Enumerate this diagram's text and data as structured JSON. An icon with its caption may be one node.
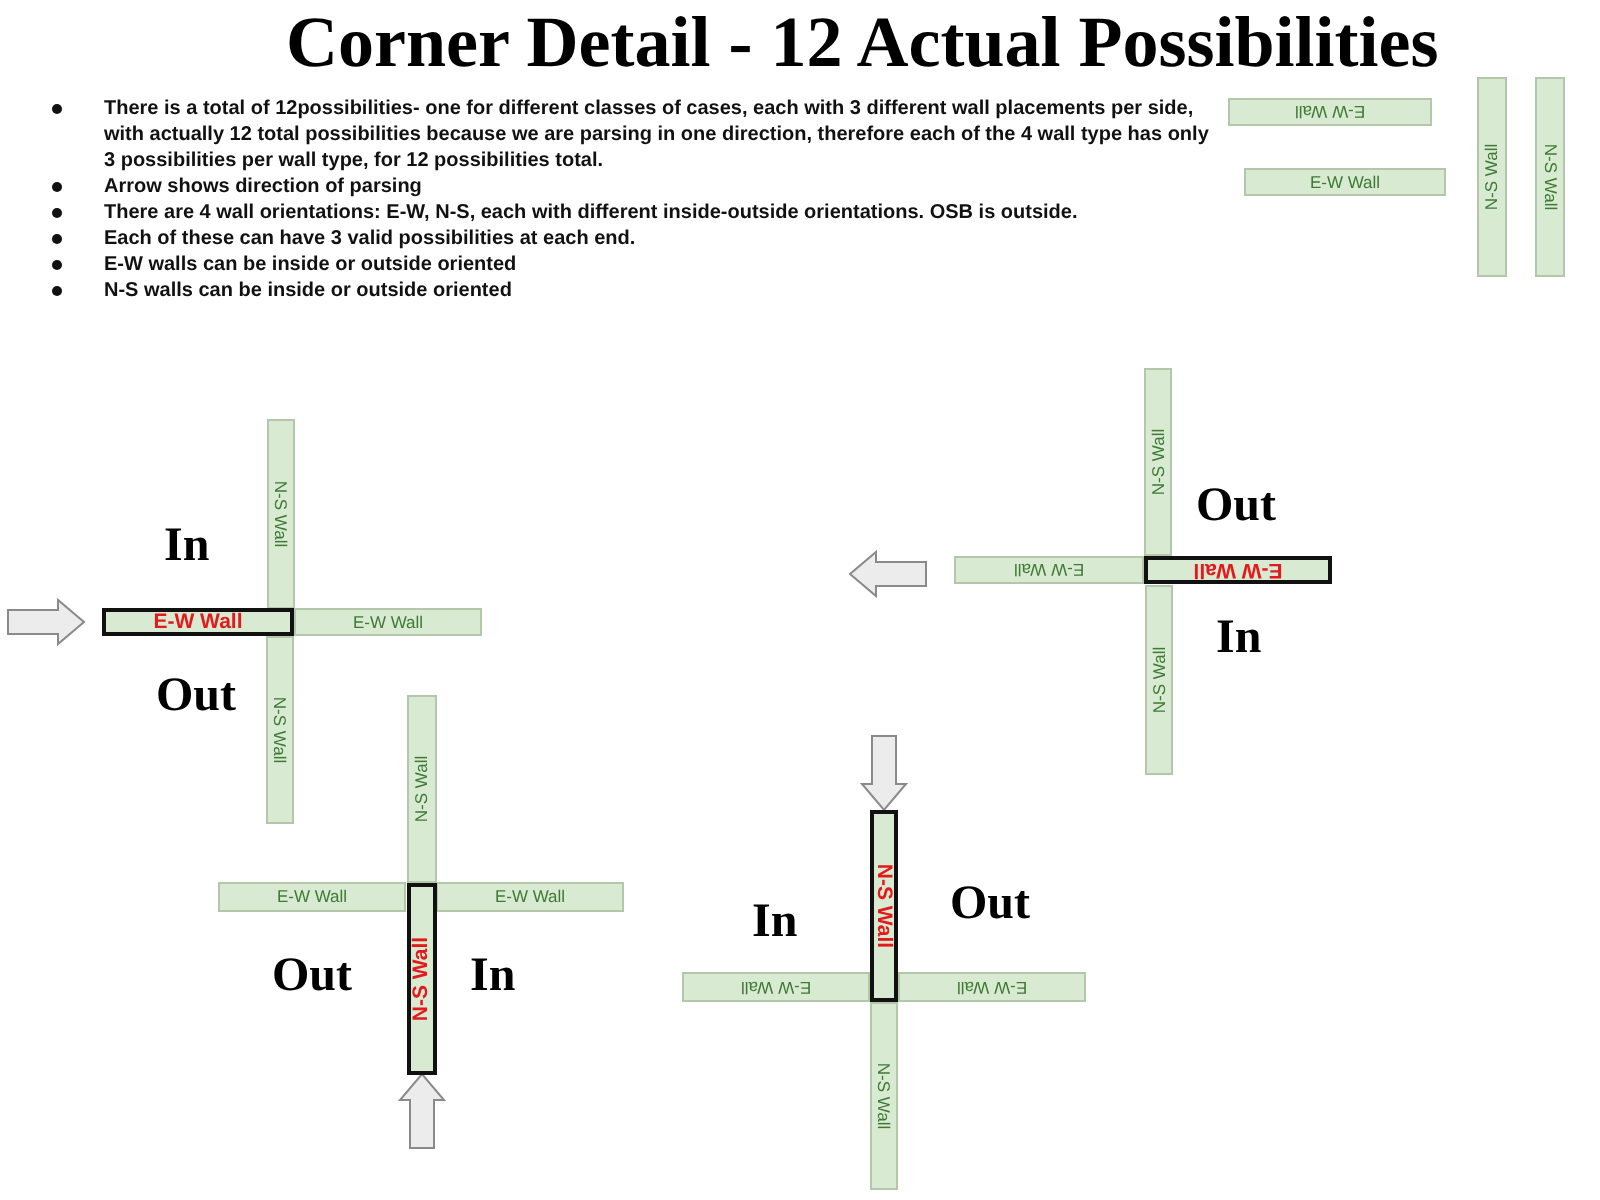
{
  "diagram": {
    "title": "Corner Detail - 12 Actual Possibilities",
    "nodes": [
      {
        "text": [
          "E-W Wall"
        ]
      },
      {
        "text": [
          "E-W Wall"
        ]
      },
      {
        "text": [
          "N-S Wall"
        ]
      },
      {
        "text": [
          "N-S Wall"
        ]
      },
      {
        "text": [
          "N-S Wall"
        ]
      },
      {
        "text": [
          "E-W Wall"
        ]
      },
      {
        "text": [
          "E-W Wall"
        ]
      },
      {
        "text": [
          "N-S Wall"
        ]
      },
      {
        "text": [
          "N-S Wall"
        ]
      },
      {
        "text": [
          "E-W Wall"
        ]
      },
      {
        "text": [
          "E-W Wall"
        ]
      },
      {
        "text": [
          "N-S Wall"
        ]
      },
      {
        "text": [
          "N-S Wall"
        ]
      },
      {
        "text": [
          "E-W Wall"
        ]
      },
      {
        "text": [
          "E-W Wall"
        ]
      },
      {
        "text": [
          "N-S Wall"
        ]
      },
      {
        "text": [
          "N-S Wall"
        ]
      },
      {
        "text": [
          "E-W Wall"
        ]
      },
      {
        "text": [
          "E-W Wall"
        ]
      },
      {
        "text": [
          "N-S Wall"
        ]
      }
    ],
    "labels": [
      "There is a total of 12possibilities- one for different classes of cases, each with 3 different wall placements per side, with actually 12 total possibilities because we are parsing in one direction, therefore each of the 4 wall type has only 3 possibilities per wall type, for 12 possibilities total.",
      "Arrow shows direction of parsing",
      "There are 4 wall orientations: E-W, N-S, each with different inside-outside orientations. OSB is outside.",
      "Each of these can have 3 valid possibilities at each end.",
      "E-W walls can be inside or outside oriented",
      "N-S walls can be inside or outside oriented",
      "In",
      "Out",
      "Out",
      "In",
      "Out",
      "In",
      "In",
      "Out"
    ]
  }
}
